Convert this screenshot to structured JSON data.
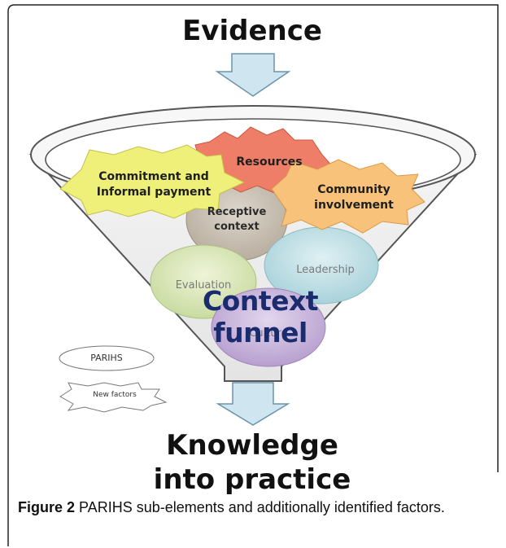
{
  "diagram": {
    "top_label": "Evidence",
    "bottom_label_line1": "Knowledge",
    "bottom_label_line2": "into practice",
    "funnel_label": "Context funnel",
    "new_factors": {
      "commitment_line1": "Commitment and",
      "commitment_line2": "Informal payment",
      "resources": "Resources",
      "community_line1": "Community",
      "community_line2": "involvement"
    },
    "parihs_elements": {
      "receptive_line1": "Receptive",
      "receptive_line2": "context",
      "leadership": "Leadership",
      "evaluation": "Evaluation",
      "culture": "Culture"
    },
    "legend": {
      "oval": "PARIHS",
      "star": "New factors"
    },
    "colors": {
      "arrow_fill": "#cfe6f1",
      "arrow_stroke": "#6a93a8",
      "commitment": "#eef07a",
      "resources": "#ef7e68",
      "community": "#f8c27a",
      "receptive": "#c9c0b3",
      "leadership": "#bfe0e6",
      "evaluation": "#dde9bf",
      "culture": "#cbb8dc",
      "funnel_text": "#1b2c6e"
    }
  },
  "caption": {
    "label": "Figure 2",
    "text": " PARIHS sub-elements and additionally identified factors."
  }
}
